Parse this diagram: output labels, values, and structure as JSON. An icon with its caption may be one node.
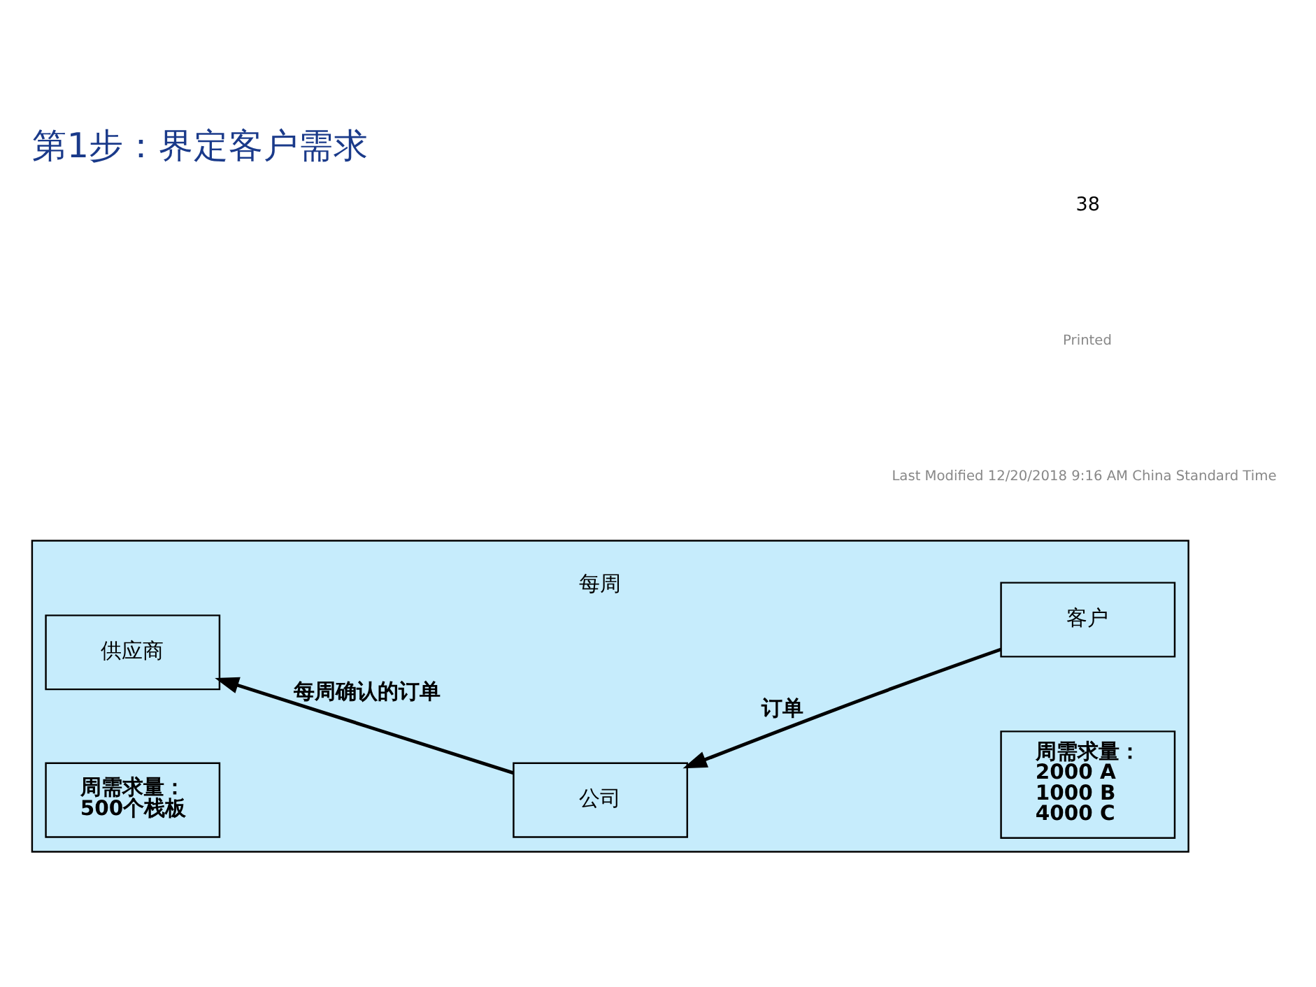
{
  "diagram": {
    "title": "第1步：界定客户需求",
    "nodes": [
      {
        "text": [],
        "shape": "box"
      },
      {
        "text": [
          "供应商"
        ],
        "in": 0
      },
      {
        "text": [
          "公司"
        ],
        "in": 0
      },
      {
        "text": [
          "客户"
        ],
        "in": 0
      },
      {
        "text": [
          "周需求量：",
          "500个栈板"
        ],
        "in": 0
      },
      {
        "text": [
          "周需求量：",
          "2000 A",
          "1000 B",
          "4000 C"
        ],
        "in": 0
      }
    ],
    "edges": [
      {
        "from": 3,
        "to": 2,
        "arrow": "to",
        "label": "订单"
      },
      {
        "from": 2,
        "to": 1,
        "arrow": "to",
        "label": "每周确认的订单"
      }
    ],
    "labels": [
      "每周",
      "Last Modified 12/20/2018 9:16 AM China Standard Time",
      "Printed",
      "38"
    ]
  }
}
